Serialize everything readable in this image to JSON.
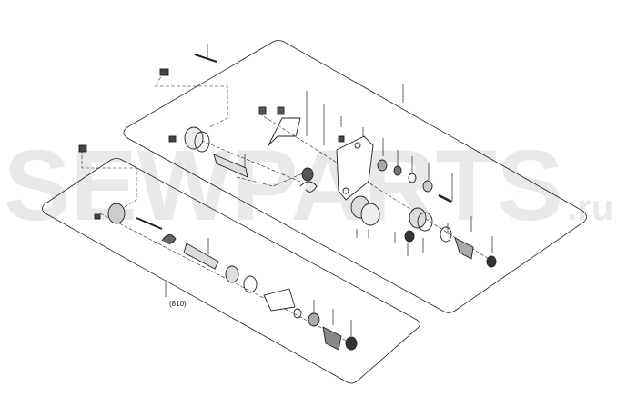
{
  "watermark": {
    "main": "SEWPARTS",
    "suffix": ".ru"
  },
  "assembly_label": "(810)"
}
